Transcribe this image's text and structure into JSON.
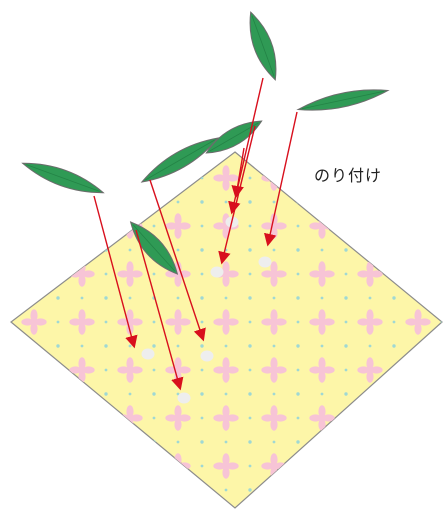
{
  "diagram": {
    "label": "のり付け",
    "paper_color": "#fdf6a8",
    "paper_border_color": "#8c8c8c",
    "flower_color": "#f7c4d6",
    "dot_color": "#9fd8d4",
    "leaf_color": "#2f9a55",
    "leaf_edge_color": "#6c6c6c",
    "arrow_color": "#d80f1d",
    "glue_color": "#eeeeee",
    "leaf_count": 7,
    "glue_point_count": 7
  }
}
